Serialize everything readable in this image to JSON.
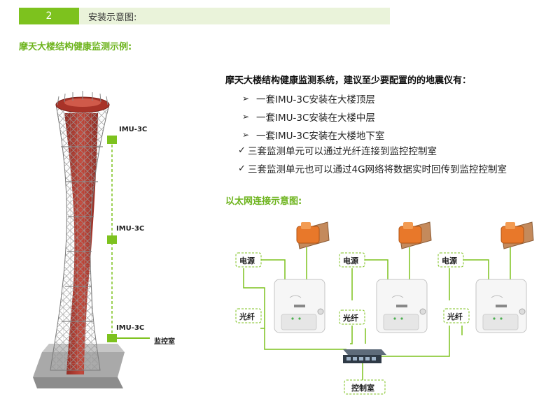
{
  "section": {
    "number": "2",
    "title": "安装示意图:"
  },
  "subtitle": "摩天大楼结构健康监测示例:",
  "tower": {
    "sensor_labels": [
      "IMU-3C",
      "IMU-3C",
      "IMU-3C"
    ],
    "control_room_label": "监控室"
  },
  "system": {
    "title": "摩天大楼结构健康监测系统，建议至少要配置的的地震仪有：",
    "bullet_glyph": "➢",
    "bullets": [
      "一套IMU-3C安装在大楼顶层",
      "一套IMU-3C安装在大楼中层",
      "一套IMU-3C安装在大楼地下室"
    ],
    "check_glyph": "✓",
    "checks": [
      "三套监测单元可以通过光纤连接到监控控制室",
      "三套监测单元也可以通过4G网络将数据实时回传到监控控制室"
    ]
  },
  "ethernet": {
    "title": "以太网连接示意图:",
    "power_label": "电源",
    "fiber_label": "光纤",
    "control_room": "控制室"
  },
  "colors": {
    "accent_green": "#7dc21e",
    "light_green": "#eaf3da",
    "tower_red": "#b53a30",
    "sensor_orange": "#e8782a"
  }
}
